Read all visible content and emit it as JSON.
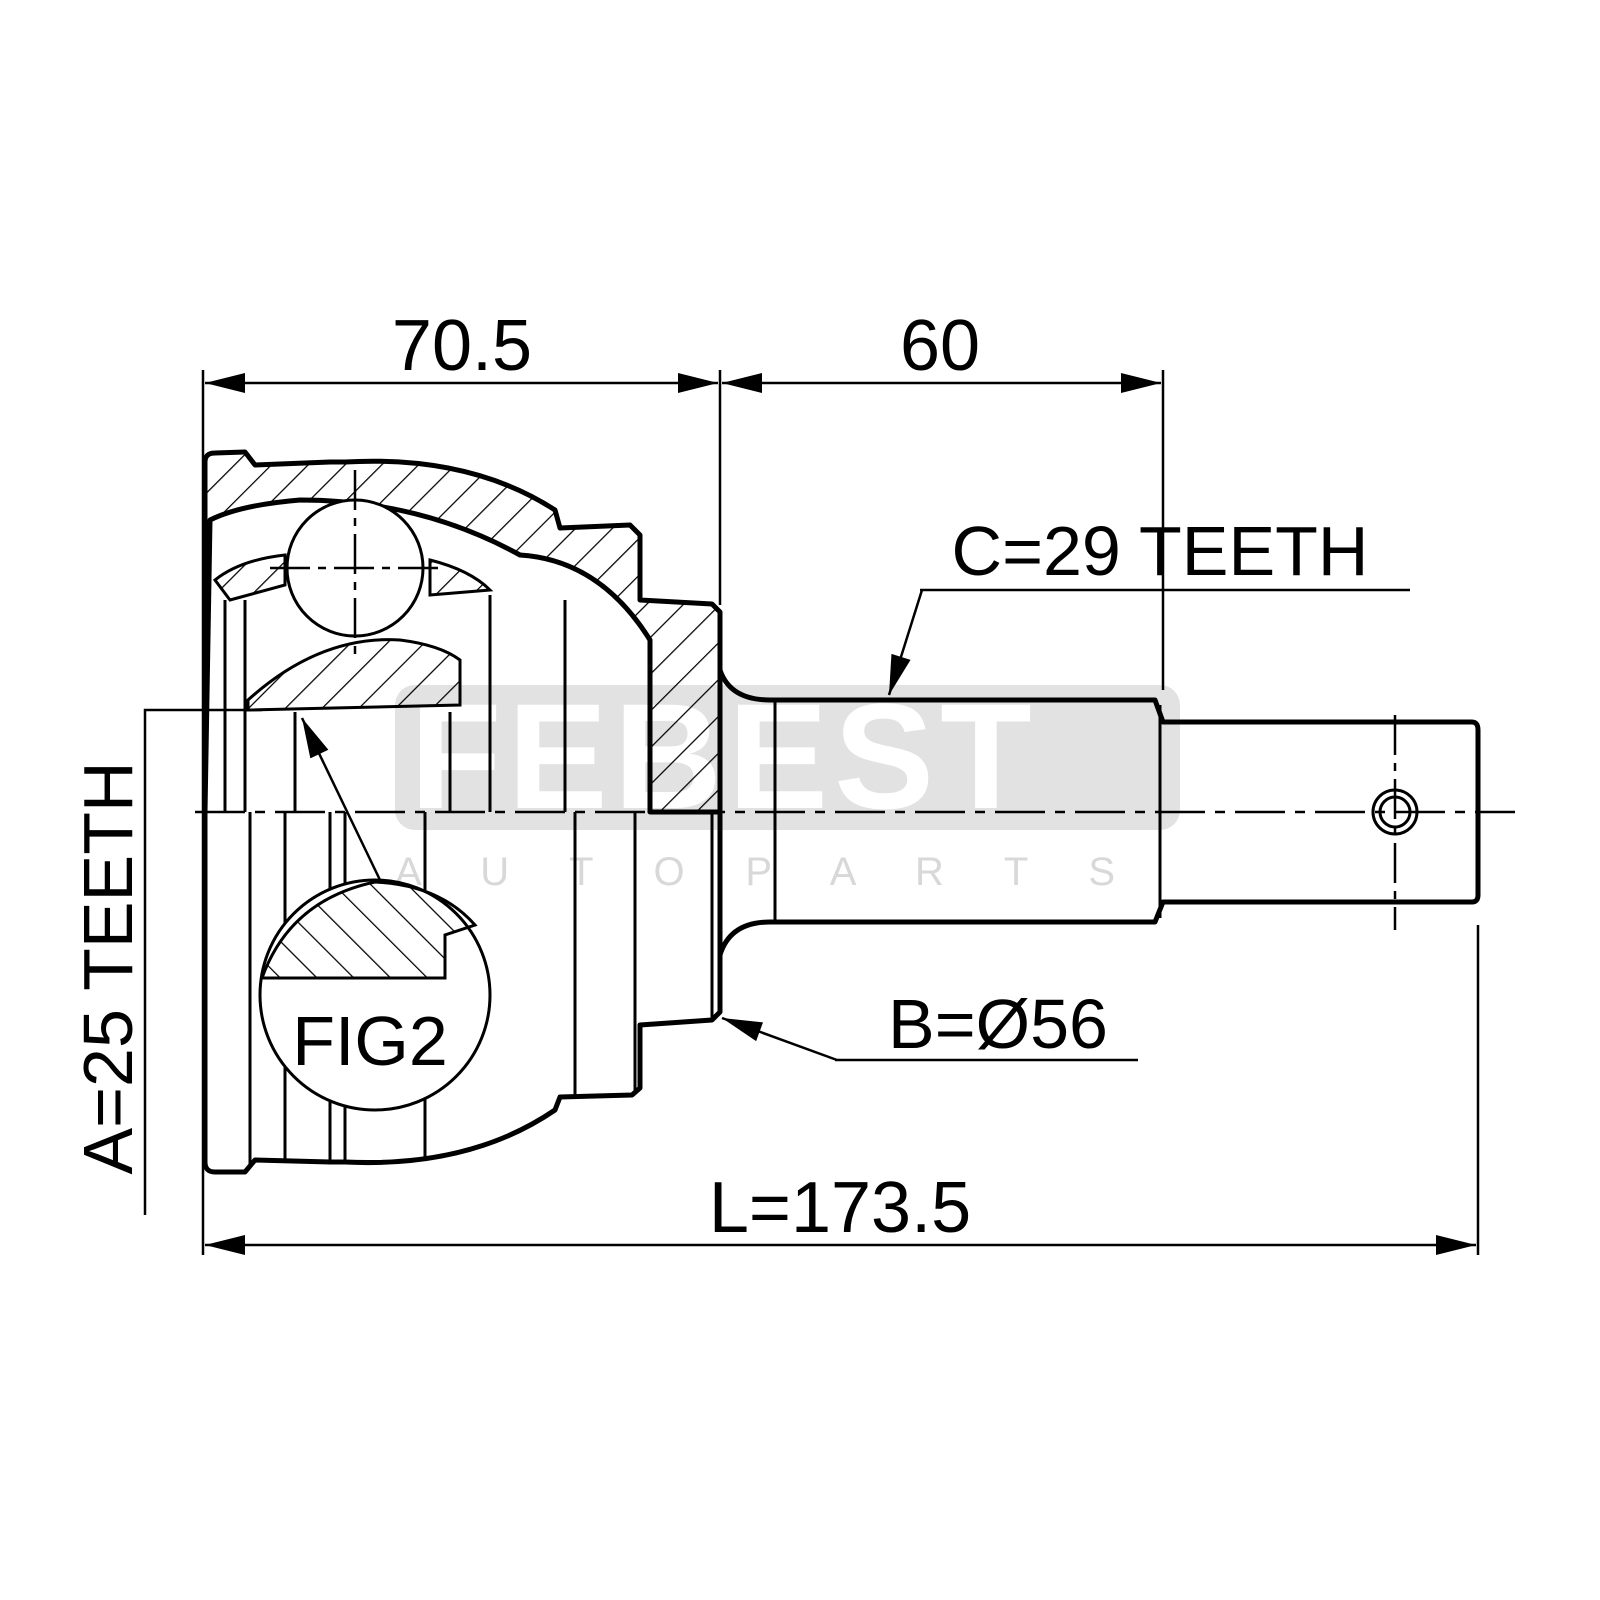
{
  "drawing": {
    "dimensions": {
      "housing_length": "70.5",
      "stem_length": "60",
      "total_length": "L=173.5"
    },
    "callouts": {
      "inner_spline": "A=25 TEETH",
      "outer_spline": "C=29 TEETH",
      "abs_diameter": "B=Ø56",
      "detail": "FIG2"
    },
    "watermark": {
      "brand": "FEBEST",
      "tagline": "A U T O P A R T S"
    }
  }
}
